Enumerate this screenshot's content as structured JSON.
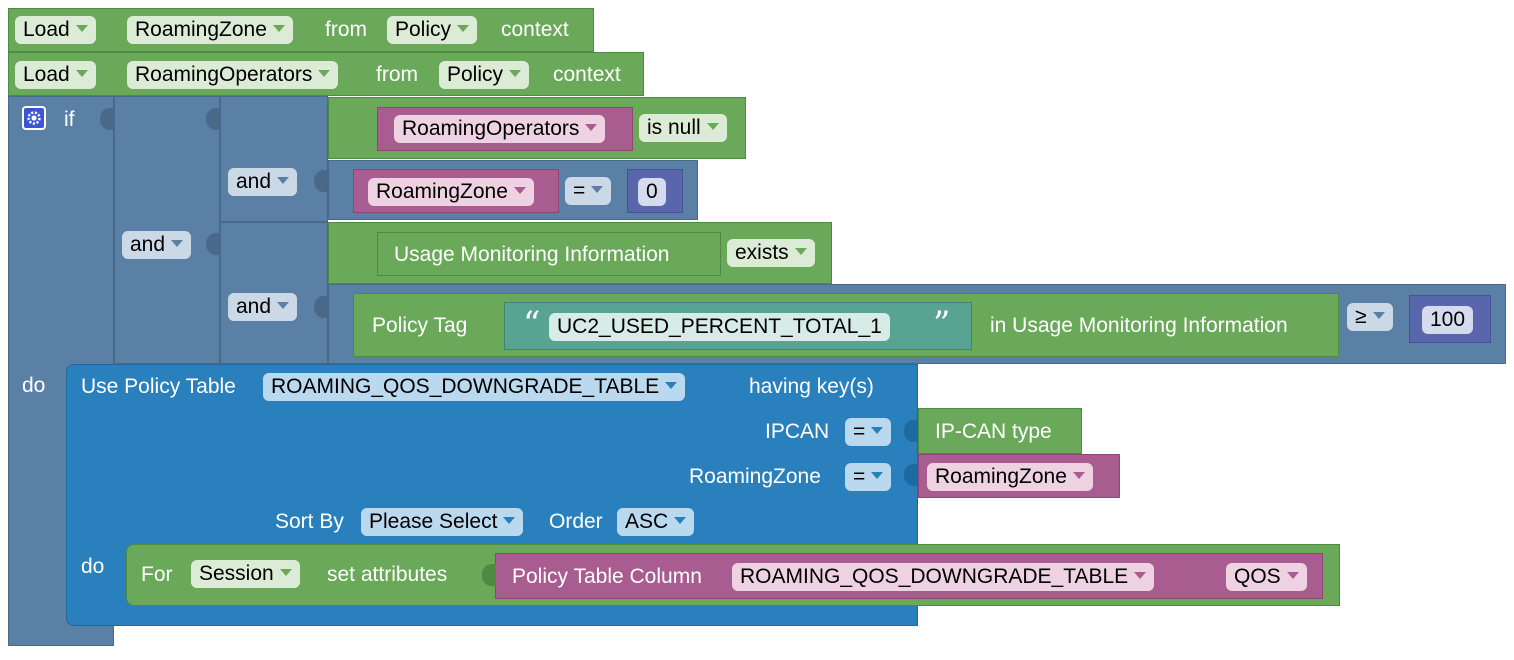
{
  "load_row_1": {
    "action": "Load",
    "variable": "RoamingZone",
    "from_label": "from",
    "source": "Policy",
    "context_label": "context"
  },
  "load_row_2": {
    "action": "Load",
    "variable": "RoamingOperators",
    "from_label": "from",
    "source": "Policy",
    "context_label": "context"
  },
  "if_block": {
    "if_label": "if",
    "do_label": "do",
    "and_labels": [
      "and",
      "and",
      "and"
    ],
    "cond1": {
      "variable": "RoamingOperators",
      "operator": "is null"
    },
    "cond2": {
      "variable": "RoamingZone",
      "operator": "=",
      "value": "0"
    },
    "cond3": {
      "variable": "Usage Monitoring Information",
      "operator": "exists"
    },
    "cond4": {
      "prefix": "Policy Tag",
      "tag": "UC2_USED_PERCENT_TOTAL_1",
      "suffix": "in Usage Monitoring Information",
      "operator": "≥",
      "value": "100"
    }
  },
  "policy_table_block": {
    "prefix": "Use Policy Table",
    "table": "ROAMING_QOS_DOWNGRADE_TABLE",
    "suffix": "having key(s)",
    "key1": {
      "name": "IPCAN",
      "operator": "=",
      "value": "IP-CAN type"
    },
    "key2": {
      "name": "RoamingZone",
      "operator": "=",
      "value": "RoamingZone"
    },
    "sort_label": "Sort By",
    "sort_value": "Please Select",
    "order_label": "Order",
    "order_value": "ASC",
    "do_label": "do"
  },
  "for_block": {
    "for_label": "For",
    "target": "Session",
    "set_label": "set attributes",
    "column_label": "Policy Table Column",
    "column_table": "ROAMING_QOS_DOWNGRADE_TABLE",
    "column_name": "QOS"
  },
  "colors": {
    "logic_green": "#6aa85a",
    "logic_slate": "#5b80a5",
    "table_blue": "#2a80bd",
    "variable_pink": "#a95c8f",
    "text_teal": "#58a391",
    "number_navy": "#5a66ab"
  }
}
